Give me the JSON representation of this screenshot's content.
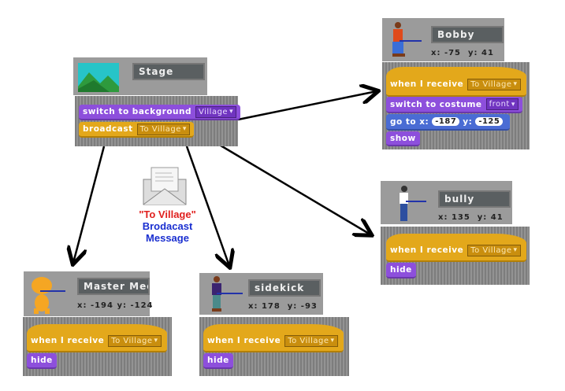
{
  "colors": {
    "event": "#e3a81b",
    "looks": "#8d4fdc",
    "motion": "#4a6cd4",
    "note_red": "#e0201e",
    "note_blue": "#1a2fd0",
    "arrow": "#000000"
  },
  "stage": {
    "name": "Stage",
    "blocks": [
      {
        "text": "switch to background",
        "dropdown": "Village"
      },
      {
        "text": "broadcast",
        "dropdown": "To Village"
      }
    ]
  },
  "bobby": {
    "name": "Bobby",
    "x_label": "x:",
    "x": "-75",
    "y_label": "y:",
    "y": "41",
    "hat": {
      "text": "when I receive",
      "dropdown": "To Village"
    },
    "costume": {
      "text": "switch to costume",
      "dropdown": "front"
    },
    "goto": {
      "text": "go to x:",
      "x": "-187",
      "y_label": "y:",
      "y": "-125"
    },
    "show": "show"
  },
  "bully": {
    "name": "bully",
    "x_label": "x:",
    "x": "135",
    "y_label": "y:",
    "y": "41",
    "hat": {
      "text": "when I receive",
      "dropdown": "To Village"
    },
    "hide": "hide"
  },
  "meow": {
    "name": "Master Meow",
    "x_label": "x:",
    "x": "-194",
    "y_label": "y:",
    "y": "-124",
    "hat": {
      "text": "when I receive",
      "dropdown": "To Village"
    },
    "hide": "hide"
  },
  "sidekick": {
    "name": "sidekick",
    "x_label": "x:",
    "x": "178",
    "y_label": "y:",
    "y": "-93",
    "hat": {
      "text": "when I receive",
      "dropdown": "To Village"
    },
    "hide": "hide"
  },
  "note": {
    "line1": "\"To Village\"",
    "line2": "Brodacast",
    "line3": "Message",
    "icon": "envelope-icon"
  }
}
